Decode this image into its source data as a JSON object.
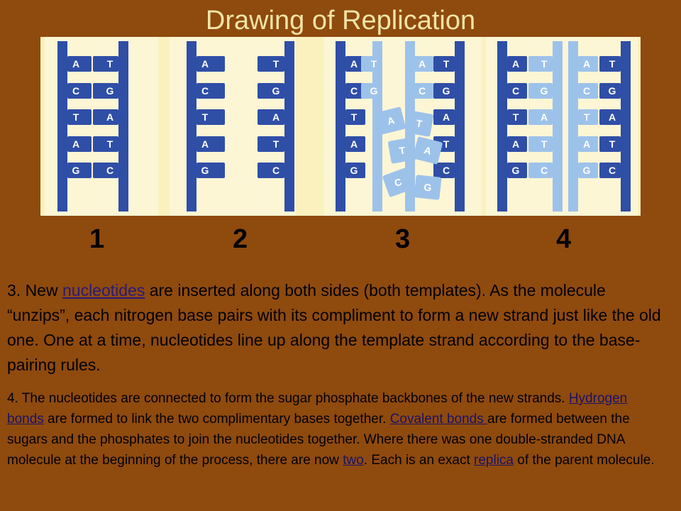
{
  "slide": {
    "title": "Drawing of Replication",
    "panel_numbers": [
      "1",
      "2",
      "3",
      "4"
    ]
  },
  "figure": {
    "base_pairs": [
      [
        "A",
        "T"
      ],
      [
        "C",
        "G"
      ],
      [
        "T",
        "A"
      ],
      [
        "A",
        "T"
      ],
      [
        "G",
        "C"
      ]
    ],
    "colors": {
      "old_strand": "#2f4ea6",
      "new_strand": "#9dc2ea",
      "background": "#fbf1bf"
    }
  },
  "step3": {
    "t1": "3.   New ",
    "link": "nucleotides",
    "t2": " are inserted along both sides (both templates). As the molecule “unzips”, each nitrogen base pairs with its compliment to form a new strand just like the old one.  One at a time, nucleotides line up along the template strand according to the base-pairing rules."
  },
  "step4": {
    "t1": "4.    The nucleotides are connected to form the sugar phosphate backbones of the new strands.  ",
    "link1": "Hydrogen bonds",
    "t2": " are formed to link the two complimentary bases together. ",
    "link2": "Covalent bonds ",
    "t3": "are formed between the sugars and the phosphates to join the nucleotides together.  Where there was one double-stranded DNA molecule at the beginning of the process, there are now ",
    "link3": "two",
    "t4": ".  Each is an exact ",
    "link4": "replica",
    "t5": " of the parent molecule."
  }
}
